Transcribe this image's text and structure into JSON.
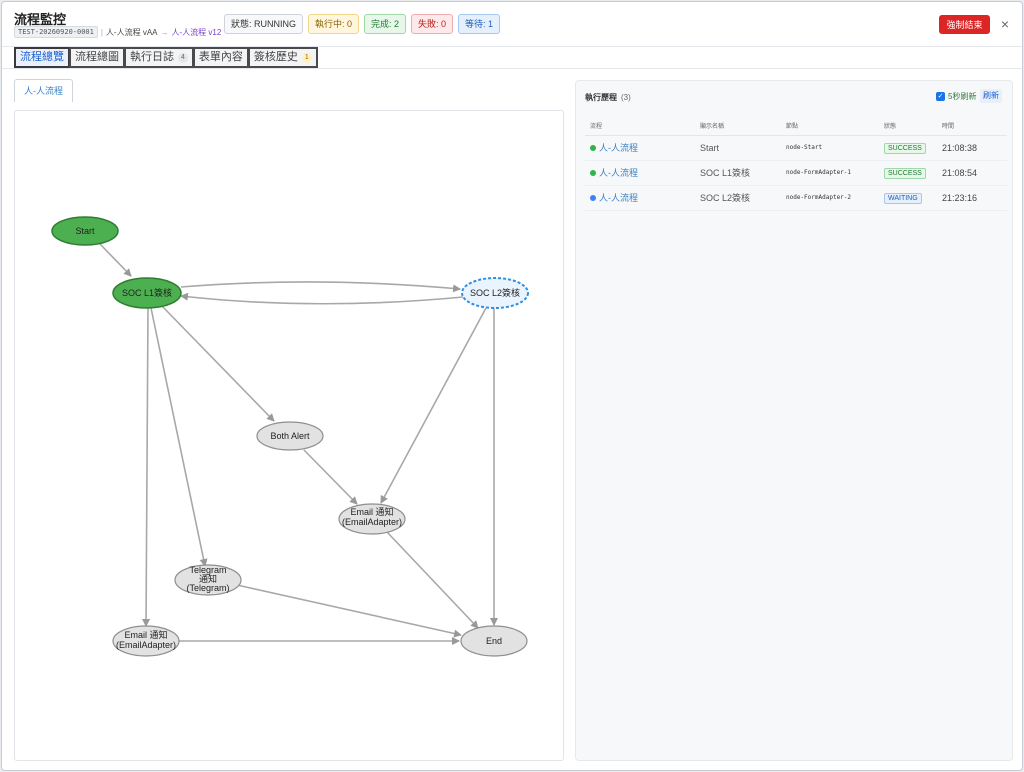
{
  "header": {
    "title": "流程監控",
    "run_id": "TEST-20260920-0001",
    "flow_name": "人-人流程 vAA",
    "arrow": "→",
    "flow_link": "人-人流程 v12",
    "status_badge": "狀態: RUNNING",
    "running_badge": "執行中: 0",
    "done_badge": "完成: 2",
    "failed_badge": "失敗: 0",
    "waiting_badge": "等待: 1",
    "force_end": "強制結束",
    "close": "×"
  },
  "tabs": [
    {
      "label": "流程總覽"
    },
    {
      "label": "流程總圖"
    },
    {
      "label": "執行日誌",
      "count": "4"
    },
    {
      "label": "表單內容"
    },
    {
      "label": "簽核歷史",
      "count": "1"
    }
  ],
  "subtab": "人-人流程",
  "graph": {
    "nodes": [
      {
        "id": "start",
        "label": "Start",
        "state": "success"
      },
      {
        "id": "l1",
        "label": "SOC L1簽核",
        "state": "success"
      },
      {
        "id": "l2",
        "label": "SOC L2簽核",
        "state": "waiting"
      },
      {
        "id": "both",
        "label": "Both Alert",
        "state": "idle"
      },
      {
        "id": "email1",
        "label": "Email 通知\n(EmailAdapter)",
        "state": "idle"
      },
      {
        "id": "tg",
        "label": "Telegram\n通知\n(Telegram)",
        "state": "idle"
      },
      {
        "id": "email2",
        "label": "Email 通知\n(EmailAdapter)",
        "state": "idle"
      },
      {
        "id": "end",
        "label": "End",
        "state": "idle"
      }
    ]
  },
  "history": {
    "title": "執行歷程",
    "count": "(3)",
    "auto_refresh": "5秒刷新",
    "refresh": "刷新",
    "columns": [
      "流程",
      "顯示名稱",
      "節點",
      "狀態",
      "時間"
    ],
    "rows": [
      {
        "flow": "人-人流程",
        "display": "Start",
        "node": "node-Start",
        "status": "SUCCESS",
        "time": "21:08:38",
        "dot": "#2fb34a"
      },
      {
        "flow": "人-人流程",
        "display": "SOC L1簽核",
        "node": "node-FormAdapter-1",
        "status": "SUCCESS",
        "time": "21:08:54",
        "dot": "#2fb34a"
      },
      {
        "flow": "人-人流程",
        "display": "SOC L2簽核",
        "node": "node-FormAdapter-2",
        "status": "WAITING",
        "time": "21:23:16",
        "dot": "#3b82f6"
      }
    ]
  }
}
